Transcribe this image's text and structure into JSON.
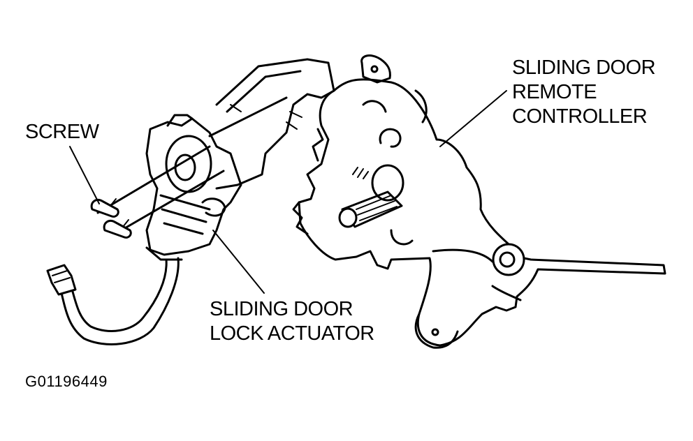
{
  "labels": {
    "screw": "SCREW",
    "remote_controller": [
      "SLIDING DOOR",
      "REMOTE",
      "CONTROLLER"
    ],
    "lock_actuator": [
      "SLIDING DOOR",
      "LOCK ACTUATOR"
    ]
  },
  "figure_id": "G01196449",
  "colors": {
    "ink": "#000000",
    "background": "#ffffff"
  }
}
